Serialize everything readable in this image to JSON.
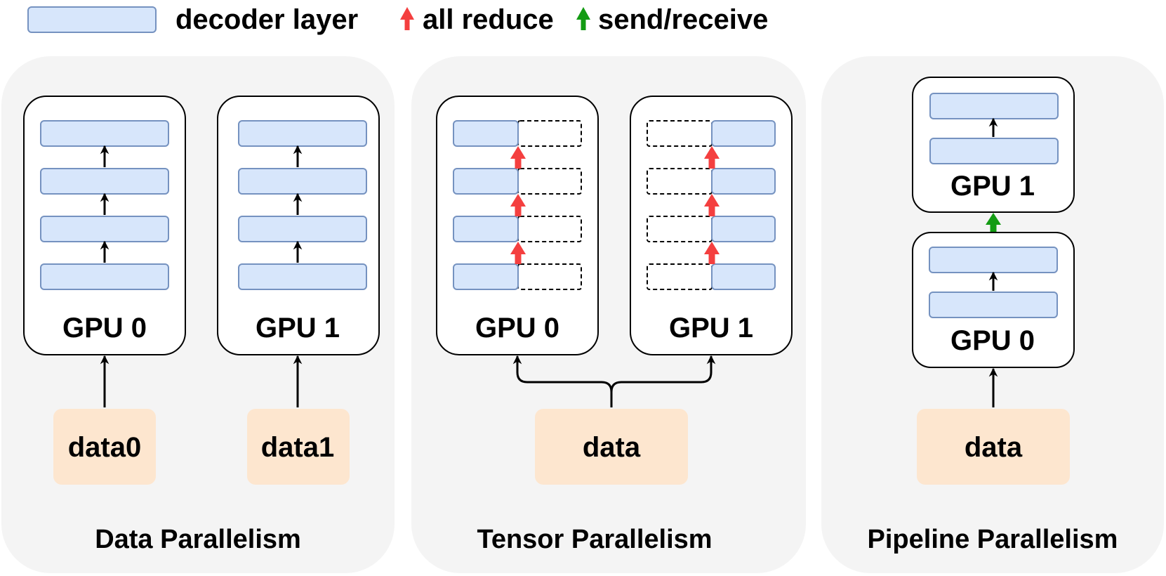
{
  "legend": {
    "decoder_label": "decoder layer",
    "allreduce_label": "all reduce",
    "sendrecv_label": "send/receive"
  },
  "colors": {
    "panel_bg": "#f4f4f4",
    "layer_fill": "#d7e6fb",
    "layer_stroke": "#7592c0",
    "data_fill": "#fde6cf",
    "allreduce": "#f43f3f",
    "sendrecv": "#139b13",
    "arrow": "#000000"
  },
  "panels": {
    "data": {
      "title": "Data Parallelism",
      "gpu0": "GPU 0",
      "gpu1": "GPU 1",
      "input0": "data0",
      "input1": "data1"
    },
    "tensor": {
      "title": "Tensor Parallelism",
      "gpu0": "GPU 0",
      "gpu1": "GPU 1",
      "input": "data"
    },
    "pipeline": {
      "title": "Pipeline Parallelism",
      "gpu1": "GPU 1",
      "gpu0": "GPU 0",
      "input": "data"
    }
  }
}
